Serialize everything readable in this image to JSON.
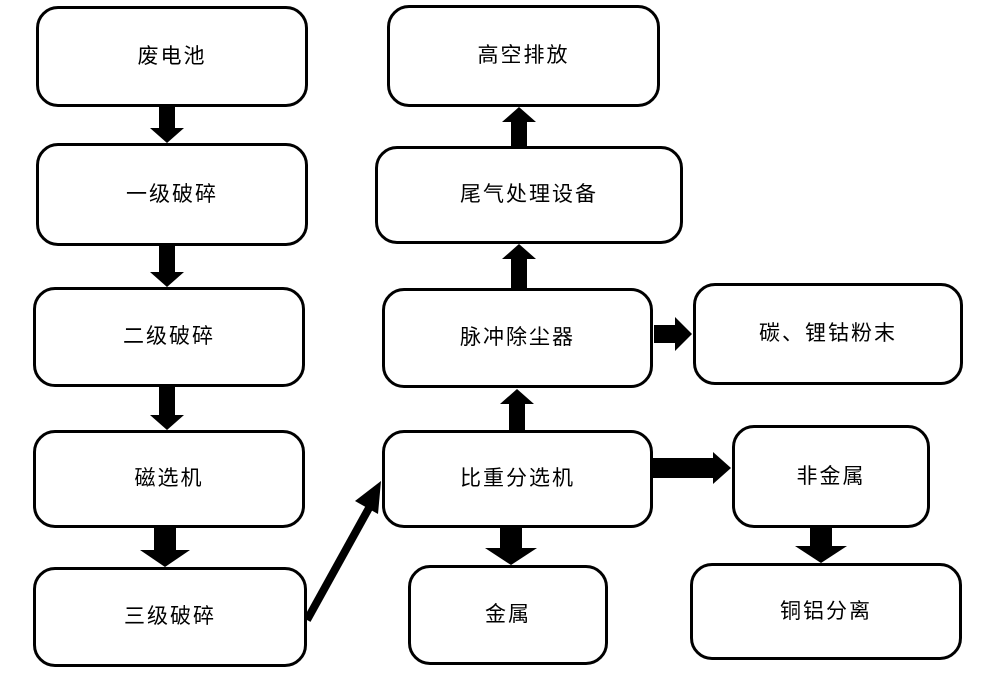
{
  "colors": {
    "stroke": "#000000",
    "background": "#ffffff",
    "text": "#000000"
  },
  "diagram": {
    "type": "flowchart",
    "nodes": [
      {
        "id": "waste-battery",
        "label": "废电池"
      },
      {
        "id": "primary-crushing",
        "label": "一级破碎"
      },
      {
        "id": "secondary-crushing",
        "label": "二级破碎"
      },
      {
        "id": "magnetic-separator",
        "label": "磁选机"
      },
      {
        "id": "tertiary-crushing",
        "label": "三级破碎"
      },
      {
        "id": "high-altitude-discharge",
        "label": "高空排放"
      },
      {
        "id": "exhaust-treatment",
        "label": "尾气处理设备"
      },
      {
        "id": "pulse-dust-collector",
        "label": "脉冲除尘器"
      },
      {
        "id": "gravity-separator",
        "label": "比重分选机"
      },
      {
        "id": "metal",
        "label": "金属"
      },
      {
        "id": "carbon-licoo-powder",
        "label": "碳、锂钴粉末"
      },
      {
        "id": "non-metal",
        "label": "非金属"
      },
      {
        "id": "copper-aluminum-separation",
        "label": "铜铝分离"
      }
    ],
    "edges": [
      {
        "from": "waste-battery",
        "to": "primary-crushing",
        "direction": "down"
      },
      {
        "from": "primary-crushing",
        "to": "secondary-crushing",
        "direction": "down"
      },
      {
        "from": "secondary-crushing",
        "to": "magnetic-separator",
        "direction": "down"
      },
      {
        "from": "magnetic-separator",
        "to": "tertiary-crushing",
        "direction": "down"
      },
      {
        "from": "tertiary-crushing",
        "to": "gravity-separator",
        "direction": "diagonal-up-right"
      },
      {
        "from": "gravity-separator",
        "to": "pulse-dust-collector",
        "direction": "up"
      },
      {
        "from": "pulse-dust-collector",
        "to": "exhaust-treatment",
        "direction": "up"
      },
      {
        "from": "exhaust-treatment",
        "to": "high-altitude-discharge",
        "direction": "up"
      },
      {
        "from": "pulse-dust-collector",
        "to": "carbon-licoo-powder",
        "direction": "right"
      },
      {
        "from": "gravity-separator",
        "to": "non-metal",
        "direction": "right"
      },
      {
        "from": "gravity-separator",
        "to": "metal",
        "direction": "down"
      },
      {
        "from": "non-metal",
        "to": "copper-aluminum-separation",
        "direction": "down"
      }
    ]
  }
}
